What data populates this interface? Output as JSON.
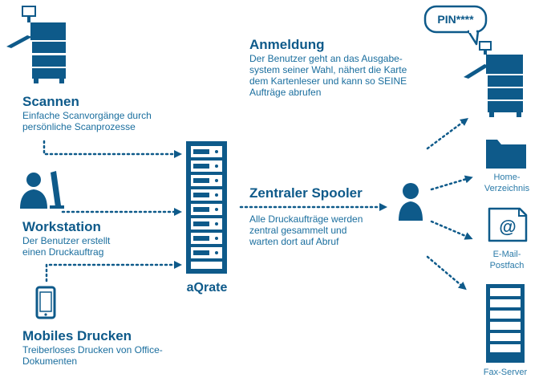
{
  "left": {
    "scan": {
      "title": "Scannen",
      "text": "Einfache Scanvorgänge durch persönliche Scanprozesse"
    },
    "workstation": {
      "title": "Workstation",
      "text": "Der Benutzer erstellt einen Druckauftrag"
    },
    "mobile": {
      "title": "Mobiles Drucken",
      "text": "Treiberloses Drucken von Office-Dokumenten"
    }
  },
  "server": {
    "label": "aQrate"
  },
  "spooler": {
    "title": "Zentraler Spooler",
    "text": "Alle Druckaufträge werden zentral gesammelt und warten dort auf Abruf"
  },
  "login": {
    "title": "Anmeldung",
    "text": "Der Benutzer geht an das Ausgabe-system seiner Wahl, nähert die Karte dem Kartenleser und kann so SEINE Aufträge abrufen"
  },
  "pin": {
    "label": "PIN****"
  },
  "outputs": {
    "home": "Home-Verzeichnis",
    "email": "E-Mail-Postfach",
    "fax": "Fax-Server"
  },
  "colors": {
    "primary": "#0e5a8a",
    "text": "#1a6e9e"
  }
}
